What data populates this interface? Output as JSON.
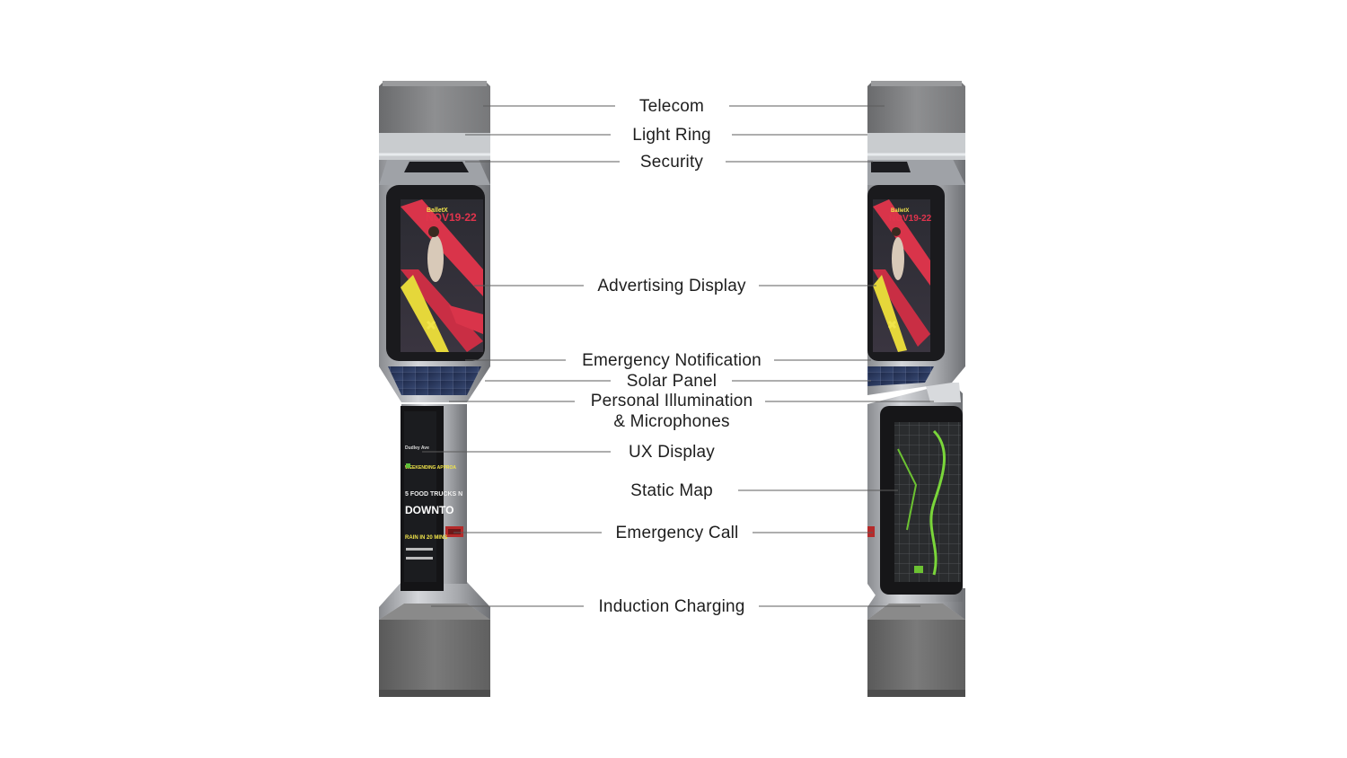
{
  "poster": {
    "brand": "BalletX",
    "title": "NOV19-22"
  },
  "ux_display": {
    "lines": [
      "Dudley Ave",
      "WEEKENDING APPROA",
      "5 FOOD TRUCKS N",
      "DOWNTO",
      "RAIN IN 20 MINS"
    ]
  },
  "labels": [
    {
      "id": "telecom",
      "text": "Telecom"
    },
    {
      "id": "light-ring",
      "text": "Light Ring"
    },
    {
      "id": "security",
      "text": "Security"
    },
    {
      "id": "advertising-display",
      "text": "Advertising Display"
    },
    {
      "id": "emergency-notification",
      "text": "Emergency Notification"
    },
    {
      "id": "solar-panel",
      "text": "Solar Panel"
    },
    {
      "id": "personal-illumination",
      "text": "Personal Illumination\n& Microphones"
    },
    {
      "id": "ux-display",
      "text": "UX Display"
    },
    {
      "id": "static-map",
      "text": "Static Map"
    },
    {
      "id": "emergency-call",
      "text": "Emergency Call"
    },
    {
      "id": "induction-charging",
      "text": "Induction Charging"
    }
  ]
}
